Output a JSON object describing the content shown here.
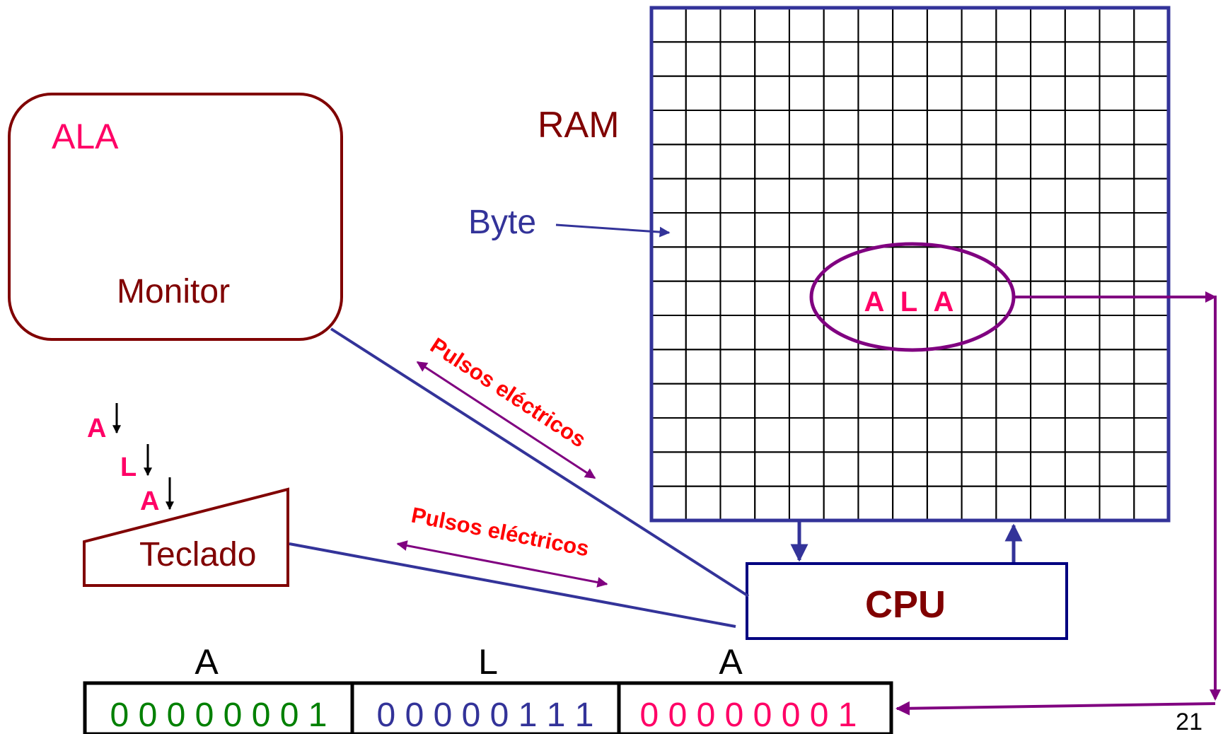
{
  "monitor": {
    "screen_text": "ALA",
    "label": "Monitor"
  },
  "keyboard": {
    "label": "Teclado",
    "falling_keys": [
      "A",
      "L",
      "A"
    ],
    "key_arrow": "↓"
  },
  "ram": {
    "label": "RAM",
    "byte_label": "Byte",
    "stored_chars": [
      "A",
      "L",
      "A"
    ]
  },
  "cpu": {
    "label": "CPU"
  },
  "links": {
    "monitor_pulses": "Pulsos eléctricos",
    "keyboard_pulses": "Pulsos eléctricos"
  },
  "binary_bytes": [
    {
      "char": "A",
      "bits": "0 0 0 0 0 0 0 1",
      "color": "#008000"
    },
    {
      "char": "L",
      "bits": "0 0 0 0 0 1 1 1",
      "color": "#333399"
    },
    {
      "char": "A",
      "bits": "0 0 0 0 0 0 0 1",
      "color": "#FF0066"
    }
  ],
  "slide_number": "21",
  "colors": {
    "maroon": "#800000",
    "navy": "#333399",
    "pink": "#FF0066",
    "purple": "#800080",
    "red": "#FF0000",
    "green": "#008000"
  }
}
